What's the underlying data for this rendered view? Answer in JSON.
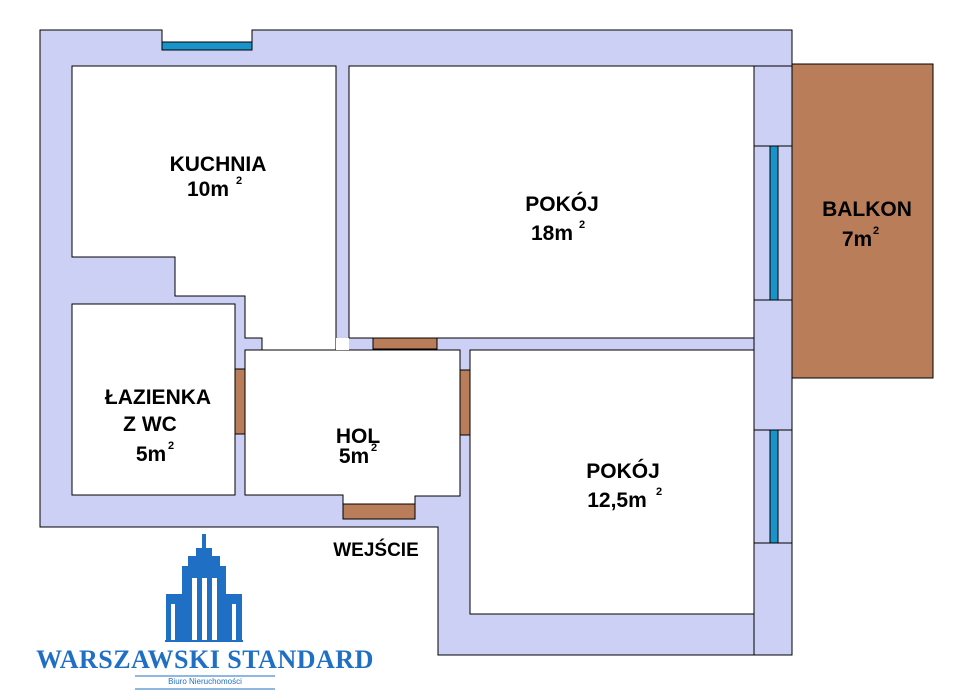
{
  "rooms": {
    "kuchnia": {
      "name": "KUCHNIA",
      "area": "10m",
      "unit_exp": "2"
    },
    "pokoj_large": {
      "name": "POKÓJ",
      "area": "18m",
      "unit_exp": "2"
    },
    "balkon": {
      "name": "BALKON",
      "area": "7m",
      "unit_exp": "2"
    },
    "lazienka": {
      "name_line1": "ŁAZIENKA",
      "name_line2": "Z WC",
      "area": "5m",
      "unit_exp": "2"
    },
    "hol": {
      "name": "HOL",
      "area": "5m",
      "unit_exp": "2"
    },
    "pokoj_small": {
      "name": "POKÓJ",
      "area": "12,5m",
      "unit_exp": "2"
    }
  },
  "entrance": {
    "label": "WEJŚCIE"
  },
  "brand": {
    "name": "WARSZAWSKI STANDARD",
    "subtitle": "Biuro Nieruchomości"
  },
  "colors": {
    "wall": "#cdd0f5",
    "wall_stroke": "#000000",
    "floor": "#ffffff",
    "door": "#b97d5a",
    "balcony": "#b97d5a",
    "window": "#1a93c8",
    "brand": "#1f6fc4"
  }
}
